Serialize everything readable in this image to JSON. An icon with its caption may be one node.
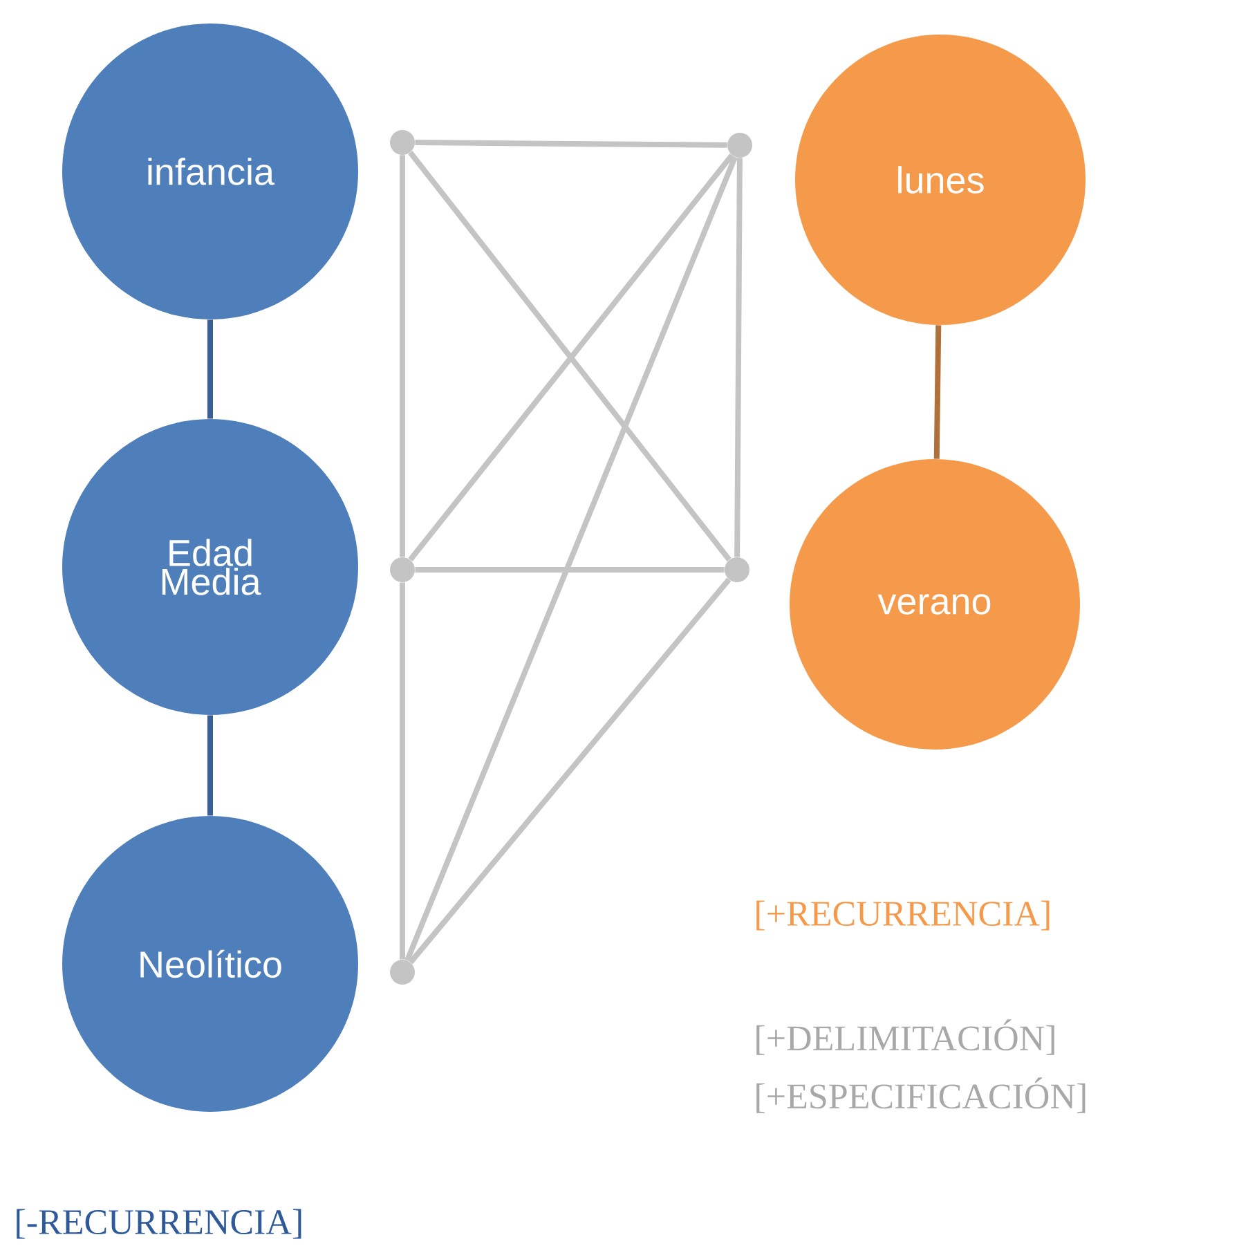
{
  "diagram": {
    "nodes": [
      {
        "text": [
          "infancia"
        ]
      },
      {
        "text": [
          "Edad Media"
        ]
      },
      {
        "text": [
          "Neolítico"
        ]
      },
      {
        "text": [
          "lunes"
        ]
      },
      {
        "text": [
          "verano"
        ]
      },
      {
        "text": [],
        "shape": "circle"
      },
      {
        "text": [],
        "shape": "circle"
      },
      {
        "text": [],
        "shape": "circle"
      },
      {
        "text": [],
        "shape": "circle"
      },
      {
        "text": [],
        "shape": "circle"
      }
    ],
    "edges": [
      {
        "from": 0,
        "to": 1,
        "arrow": "none",
        "color": "#3b5f94"
      },
      {
        "from": 1,
        "to": 2,
        "arrow": "none",
        "color": "#3b5f94"
      },
      {
        "from": 3,
        "to": 4,
        "arrow": "none",
        "color": "#b0703a"
      },
      {
        "from": 5,
        "to": 6,
        "arrow": "none"
      },
      {
        "from": 5,
        "to": 7,
        "arrow": "none"
      },
      {
        "from": 7,
        "to": 9,
        "arrow": "none"
      },
      {
        "from": 6,
        "to": 8,
        "arrow": "none"
      },
      {
        "from": 7,
        "to": 8,
        "arrow": "none"
      },
      {
        "from": 5,
        "to": 8,
        "arrow": "none"
      },
      {
        "from": 6,
        "to": 7,
        "arrow": "none"
      },
      {
        "from": 6,
        "to": 9,
        "arrow": "none"
      },
      {
        "from": 8,
        "to": 9,
        "arrow": "none"
      }
    ],
    "labels": [
      "[+RECURRENCIA]",
      "[+DELIMITACIÓN]",
      "[+ESPECIFICACIÓN]",
      "[-RECURRENCIA]"
    ]
  }
}
